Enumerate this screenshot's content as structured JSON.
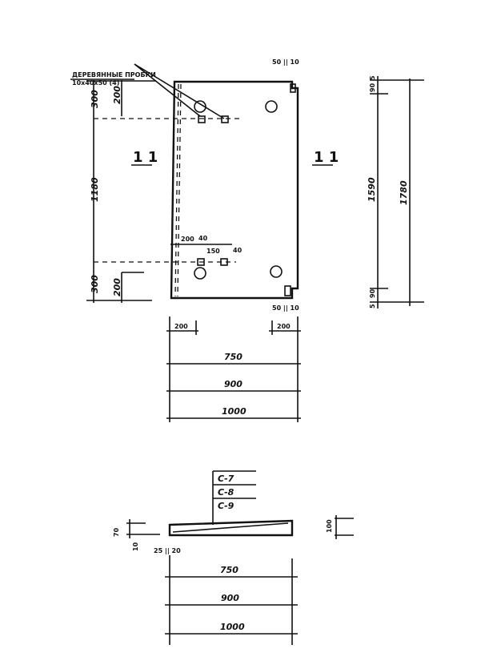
{
  "leader_label": {
    "line1": "ДЕРЕВЯННЫЕ ПРОБКИ",
    "line2": "10x40x50 (4)"
  },
  "section_marks": {
    "left": "1 1",
    "right": "1 1"
  },
  "top_dims": {
    "top_gap": "50 || 10",
    "bottom_gap": "50 || 10"
  },
  "left_dims": {
    "top": "300",
    "top_inner": "200",
    "middle": "1180",
    "bottom": "300",
    "bottom_inner": "200"
  },
  "right_dims": {
    "top_small": "5",
    "top": "90",
    "middle": "1590",
    "bottom": "90",
    "bottom_small": "5",
    "total": "1780"
  },
  "inner_dims": {
    "a": "200",
    "b": "40",
    "c": "150",
    "d": "40"
  },
  "plan_dims": {
    "left_edge": "200",
    "right_edge": "200",
    "d750": "750",
    "d900": "900",
    "d1000": "1000"
  },
  "section": {
    "marks": [
      "С-7",
      "С-8",
      "С-9"
    ],
    "left_thickness": "70",
    "left_bottom": "10",
    "right_thickness": "100",
    "edge_gap": "25 || 20",
    "d750": "750",
    "d900": "900",
    "d1000": "1000"
  }
}
